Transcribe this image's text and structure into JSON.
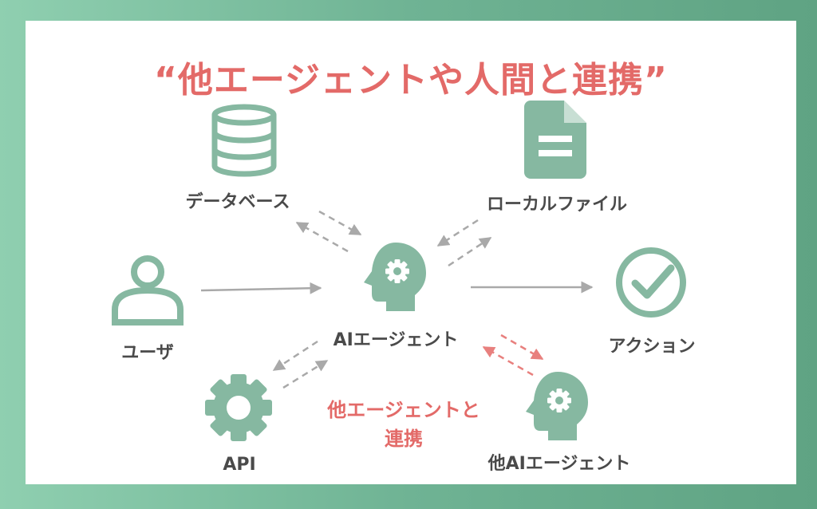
{
  "title": "“他エージェントや人間と連携”",
  "colors": {
    "accent": "#e36a68",
    "icon": "#86b8a1",
    "arrow": "#a9a9a9",
    "label": "#4a4a4a"
  },
  "nodes": {
    "database": {
      "label": "データベース",
      "icon": "database-icon"
    },
    "local_file": {
      "label": "ローカルファイル",
      "icon": "file-icon"
    },
    "user": {
      "label": "ユーザ",
      "icon": "user-icon"
    },
    "ai_agent": {
      "label": "AIエージェント",
      "icon": "ai-head-icon"
    },
    "action": {
      "label": "アクション",
      "icon": "check-circle-icon"
    },
    "api": {
      "label": "API",
      "icon": "gear-icon"
    },
    "other_agent": {
      "label": "他AIエージェント",
      "icon": "ai-head-icon"
    }
  },
  "collaboration": {
    "line1": "他エージェントと",
    "line2": "連携"
  }
}
